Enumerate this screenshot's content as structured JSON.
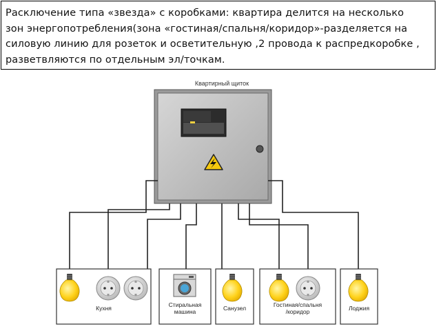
{
  "caption": {
    "lines": [
      "Расключение типа «звезда» с коробками: квартира делится на несколько",
      "зон энергопотребления(зона «гостиная/спальня/коридор»-разделяется на",
      "силовую линию для розеток и осветительную ,2 провода к распредкоробке ,",
      "разветвляются по отдельным эл/точкам."
    ]
  },
  "diagram": {
    "panel_title": "Квартирный щиток",
    "groups": [
      {
        "id": "kitchen",
        "label_lines": [
          "Кухня"
        ],
        "devices": [
          "lamp",
          "socket",
          "socket"
        ]
      },
      {
        "id": "washer",
        "label_lines": [
          "Стиральная",
          "машина"
        ],
        "devices": [
          "washing-machine"
        ]
      },
      {
        "id": "bathroom",
        "label_lines": [
          "Санузел"
        ],
        "devices": [
          "lamp"
        ]
      },
      {
        "id": "living",
        "label_lines": [
          "Гостиная/спальня",
          "/коридор"
        ],
        "devices": [
          "lamp",
          "socket"
        ]
      },
      {
        "id": "loggia",
        "label_lines": [
          "Лоджия"
        ],
        "devices": [
          "lamp"
        ]
      }
    ],
    "colors": {
      "panel_fill": "#bdbdbd",
      "panel_border": "#444444",
      "wire": "#222222",
      "lamp_yellow": "#ffd21a",
      "warning_yellow": "#f6c90e",
      "socket": "#cfcfcf"
    },
    "icons": [
      "light-bulb-icon",
      "socket-icon",
      "washing-machine-icon",
      "warning-icon"
    ]
  }
}
